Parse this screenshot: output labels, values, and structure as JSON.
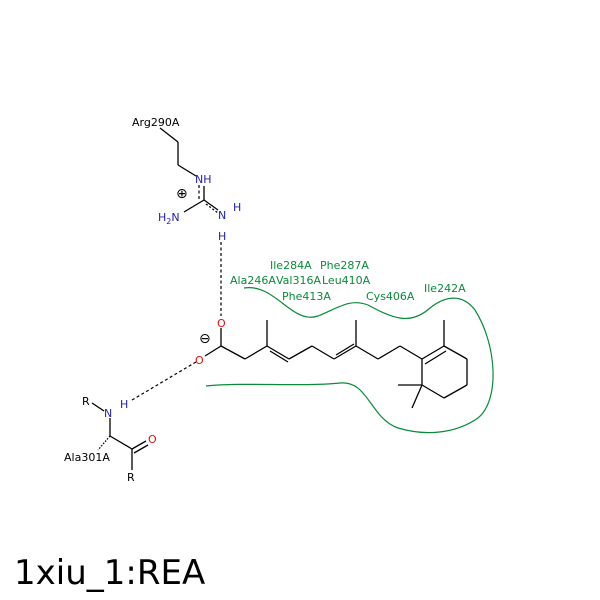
{
  "title": "1xiu_1:REA",
  "residue_labels": {
    "arg": "Arg290A",
    "ala301": "Ala301A",
    "ile284": "Ile284A",
    "phe287": "Phe287A",
    "ala246": "Ala246A",
    "val316": "Val316A",
    "leu410": "Leu410A",
    "phe413": "Phe413A",
    "cys406": "Cys406A",
    "ile242": "Ile242A"
  },
  "atoms": {
    "nh_top": "NH",
    "nh2": "H",
    "n_mid": "N",
    "n_mid_h": "H",
    "n_bottom_h": "H",
    "h_tail": "H",
    "o_top": "O",
    "o_bottom": "O",
    "n_ala": "N",
    "h_ala": "H",
    "r_top": "R",
    "r_bottom": "R",
    "o_carbonyl": "O",
    "plus": "⊕",
    "minus": "⊖"
  },
  "colors": {
    "nitrogen": "#1f1fb4",
    "oxygen": "#e01010",
    "residue": "#0a8a3a",
    "bond": "#000000"
  }
}
